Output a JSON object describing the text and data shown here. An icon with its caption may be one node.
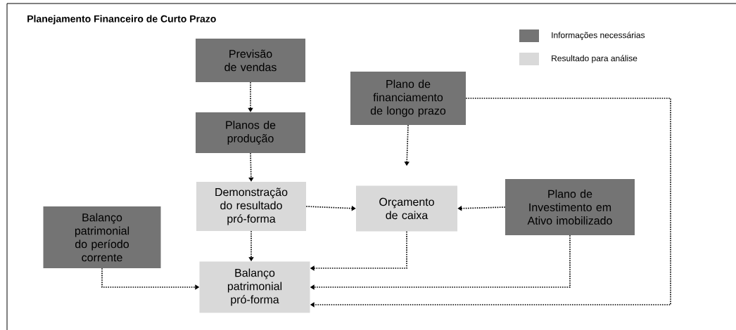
{
  "diagram": {
    "title": "Planejamento Financeiro de Curto Prazo",
    "nodes": [
      {
        "text": [
          "Previsão de vendas"
        ]
      },
      {
        "text": [
          "Planos de produção"
        ]
      },
      {
        "text": [
          "Plano de financiamento de longo prazo"
        ]
      },
      {
        "text": [
          "Demonstração do resultado pró-forma"
        ]
      },
      {
        "text": [
          "Orçamento de caixa"
        ]
      },
      {
        "text": [
          "Plano de Investimento em Ativo imobilizado"
        ]
      },
      {
        "text": [
          "Balanço patrimonial do período corrente"
        ]
      },
      {
        "text": [
          "Balanço patrimonial pró-forma"
        ]
      }
    ],
    "edges": [
      {
        "from": 0,
        "to": 1,
        "arrow": "to"
      },
      {
        "from": 1,
        "to": 3,
        "arrow": "to"
      },
      {
        "from": 2,
        "to": 4,
        "arrow": "to"
      },
      {
        "from": 3,
        "to": 4,
        "arrow": "to"
      },
      {
        "from": 5,
        "to": 4,
        "arrow": "to"
      },
      {
        "from": 3,
        "to": 7,
        "arrow": "to"
      },
      {
        "from": 4,
        "to": 7,
        "arrow": "to"
      },
      {
        "from": 5,
        "to": 7,
        "arrow": "to"
      },
      {
        "from": 2,
        "to": 7,
        "arrow": "to"
      },
      {
        "from": 6,
        "to": 7,
        "arrow": "to"
      }
    ],
    "legend": [
      {
        "text": "Informações necessárias",
        "color": "#747474"
      },
      {
        "text": "Resultado para análise",
        "color": "#d9d9d9"
      }
    ]
  }
}
